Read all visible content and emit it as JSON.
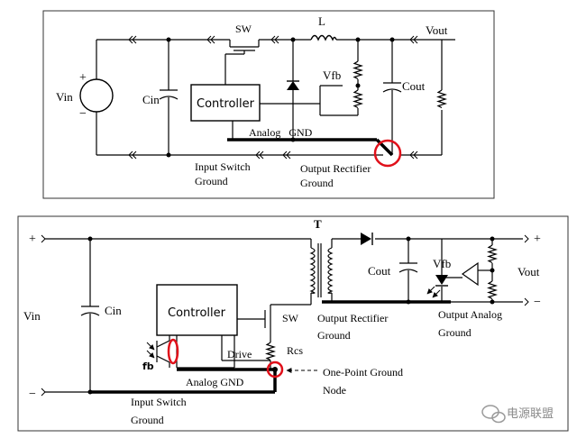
{
  "diagram1": {
    "vin": "Vin",
    "plus": "+",
    "minus": "−",
    "sw": "SW",
    "l": "L",
    "vout": "Vout",
    "cin": "Cin",
    "controller": "Controller",
    "vfb": "Vfb",
    "cout": "Cout",
    "analog_gnd": "Analog   GND",
    "input_switch_ground_1": "Input Switch",
    "input_switch_ground_2": "Ground",
    "output_rectifier_ground_1": "Output Rectifier",
    "output_rectifier_ground_2": "Ground"
  },
  "diagram2": {
    "plus": "+",
    "minus": "−",
    "t": "T",
    "cout": "Cout",
    "vfb": "Vfb",
    "vout": "Vout",
    "vin": "Vin",
    "cin": "Cin",
    "controller": "Controller",
    "sw": "SW",
    "output_rectifier_ground_1": "Output Rectifier",
    "output_rectifier_ground_2": "Ground",
    "output_analog_ground_1": "Output Analog",
    "output_analog_ground_2": "Ground",
    "fb": "fb",
    "drive": "Drive",
    "rcs": "Rcs",
    "analog_gnd": "Analog GND",
    "one_point_1": "One-Point Ground",
    "one_point_2": "Node",
    "input_switch_ground_1": "Input Switch",
    "input_switch_ground_2": "Ground"
  },
  "watermark": {
    "text": "电源联盟",
    "icon": "wechat-icon"
  },
  "colors": {
    "highlight": "#e0101a",
    "line": "#000000",
    "frame": "#333333"
  }
}
